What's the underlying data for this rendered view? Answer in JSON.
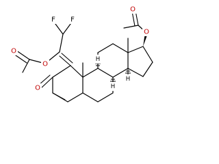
{
  "atoms": {
    "fluorine_1": "F",
    "fluorine_2": "F",
    "oxygen_ester_left": "O",
    "oxygen_carbonyl_left": "O",
    "oxygen_ketone": "O",
    "oxygen_ester_right": "O",
    "oxygen_carbonyl_right": "O",
    "methyl_19": "",
    "methyl_18": "",
    "hydrogen_8": "H",
    "hydrogen_9": "H",
    "hydrogen_14": "H"
  },
  "colors": {
    "bond": "#000000",
    "oxygen": "#c00000",
    "text": "#000000",
    "background": "#ffffff"
  }
}
